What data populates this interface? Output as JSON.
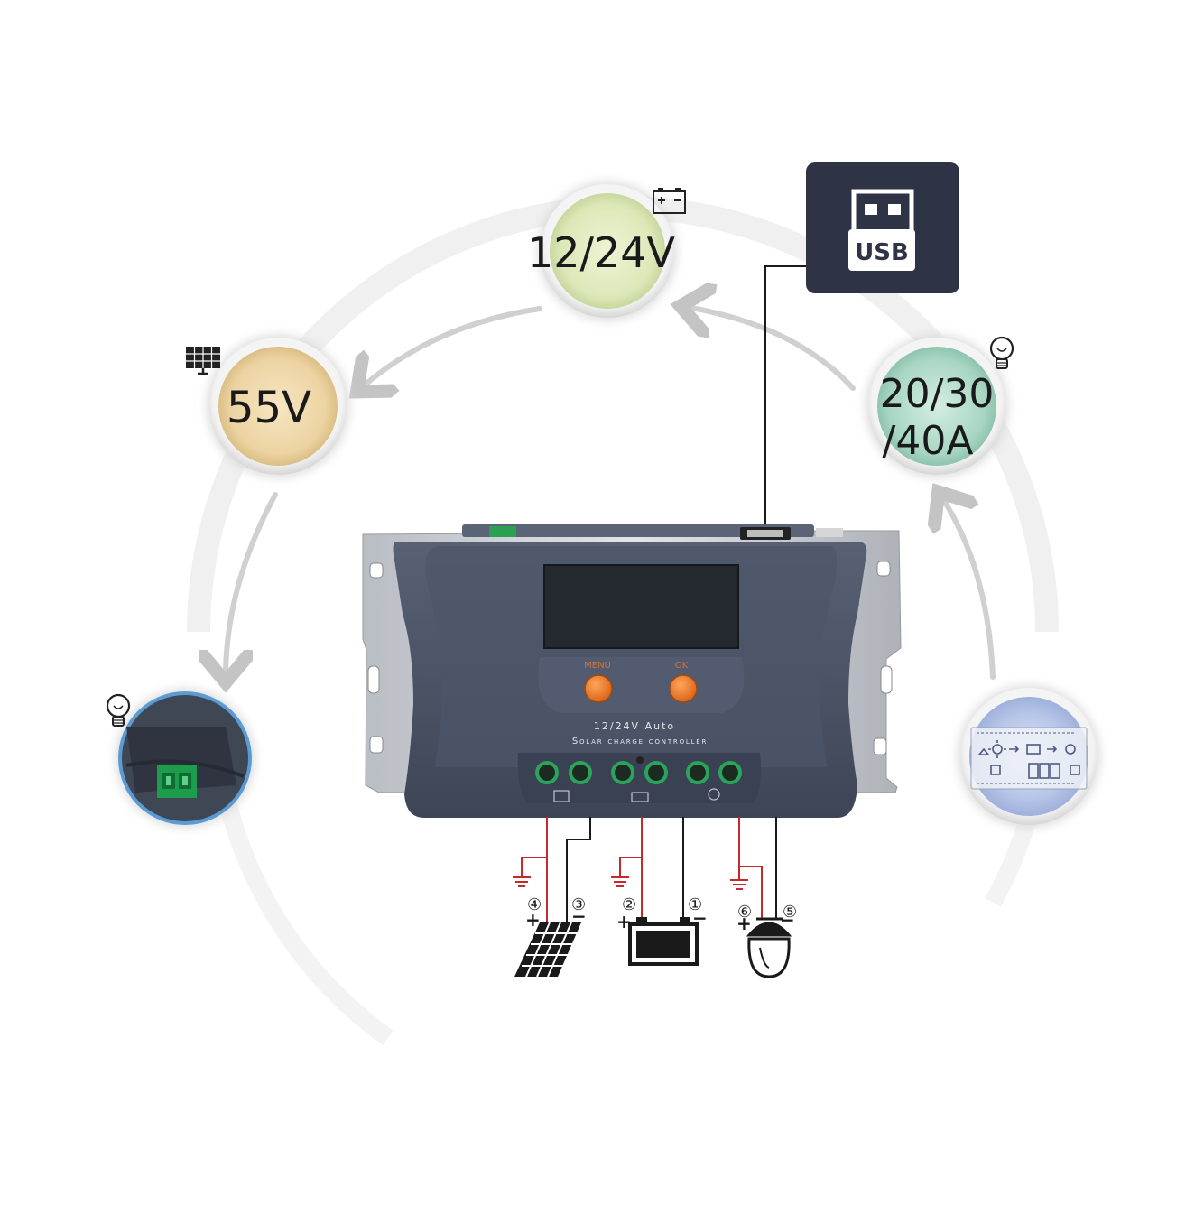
{
  "bubbles": {
    "battery_voltage": "12/24V",
    "pv_voltage": "55V",
    "current_line1": "20/30",
    "current_line2": "/40A"
  },
  "usb": {
    "label": "USB"
  },
  "controller": {
    "menu_label": "MENU",
    "ok_label": "OK",
    "title_line1": "12/24V Auto",
    "title_line2": "Solar charge controller"
  },
  "wiring": {
    "n1": "①",
    "n2": "②",
    "n3": "③",
    "n4": "④",
    "n5": "⑤",
    "n6": "⑥",
    "plus": "+",
    "minus": "−"
  },
  "colors": {
    "bubble_voltage": "#dde8b8",
    "bubble_pv": "#ecd3a2",
    "bubble_current": "#a8d6c3",
    "bubble_lcd": "#b7c6e8",
    "usb_box": "#2f3346",
    "controller_body": "#4a5265",
    "button": "#e8761d",
    "terminal": "#1f9a55",
    "positive_wire": "#c8282a",
    "negative_wire": "#1a1a1a"
  },
  "icons": [
    "battery-icon",
    "solar-panel-icon",
    "lightbulb-icon",
    "usb-icon",
    "ground-icon",
    "lamp-icon"
  ]
}
